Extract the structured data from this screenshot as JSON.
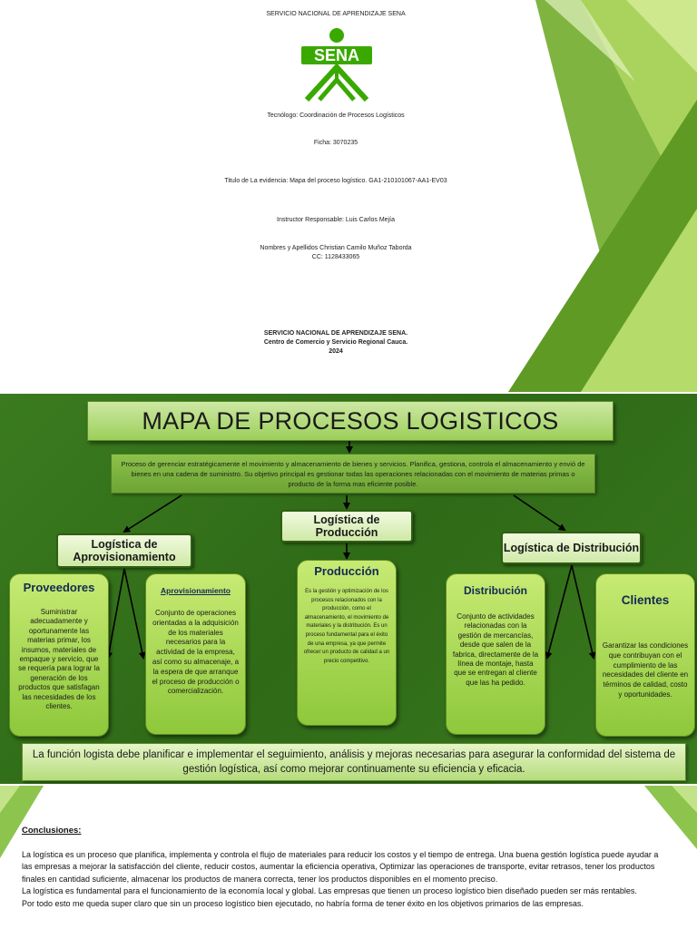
{
  "cover": {
    "header": "SERVICIO NACIONAL DE APRENDIZAJE SENA",
    "logo_text": "SENA",
    "tecnologo": "Tecnólogo:   Coordinación de Procesos Logísticos",
    "ficha": "Ficha: 3070235",
    "titulo": "Titulo de La evidencia: Mapa del proceso logístico. GA1-210101067-AA1-EV03",
    "instructor": "Instructor Responsable:  Luis Carlos Mejía",
    "nombres": "Nombres y Apellidos Christian Camilo Muñoz Taborda",
    "cc": "CC: 1128433065",
    "footer_line1": "SERVICIO NACIONAL DE APRENDIZAJE SENA.",
    "footer_line2": "Centro de Comercio y Servicio Regional Cauca.",
    "footer_line3": "2024"
  },
  "map": {
    "title": "MAPA DE PROCESOS LOGISTICOS",
    "definition": "Proceso de gerenciar estratégicamente el movimiento y almacenamiento de bienes y servicios. Planifica, gestiona, controla el almacenamiento y envió de bienes en una cadena de suministro. Su objetivo principal es gestionar todas las operaciones relacionadas con el movimiento de materias primas o producto de la forma mas eficiente posible.",
    "categories": {
      "aprovisionamiento": "Logística de Aprovisionamiento",
      "produccion": "Logística de Producción",
      "distribucion": "Logística de Distribución"
    },
    "nodes": {
      "proveedores": {
        "title": "Proveedores",
        "text": "Suministrar adecuadamente y oportunamente las materias primar, los insumos, materiales de empaque y servicio, que se requería para lograr la generación de los productos que satisfagan las necesidades de los clientes."
      },
      "aprovisionamiento": {
        "title": "Aprovisionamiento",
        "text": "Conjunto de operaciones orientadas a la adquisición de los materiales necesarios para la actividad de la empresa, así como su almacenaje, a la espera de que arranque el proceso de producción o comercialización."
      },
      "produccion": {
        "title": "Producción",
        "text": "Es la gestión y optimización de los procesos relacionados con la producción, como el almacenamiento, el movimiento de materiales y la distribución. Es un proceso fundamental para el éxito de una empresa, ya que permite ofrecer un producto de calidad a un precio competitivo."
      },
      "distribucion": {
        "title": "Distribución",
        "text": "Conjunto de actividades relacionadas con la gestión de mercancías, desde que salen de la fabrica, directamente de la línea de montaje, hasta que se entregan al cliente que las ha pedido."
      },
      "clientes": {
        "title": "Clientes",
        "text": "Garantizar las condiciones que contribuyan con el cumplimiento de las necesidades del cliente en términos de calidad, costo y oportunidades."
      }
    },
    "conclusion_banner": "La función logista debe planificar e implementar el seguimiento, análisis y mejoras necesarias para asegurar la conformidad del sistema de gestión logística, así como mejorar continuamente su eficiencia y eficacia."
  },
  "conclusions": {
    "heading": "Conclusiones:",
    "paragraph1": "La logística es un proceso que planifica, implementa y controla el flujo de materiales para reducir los costos y el tiempo de entrega. Una buena gestión logística puede ayudar a las empresas a mejorar la satisfacción del cliente, reducir costos, aumentar la eficiencia operativa, Optimizar las operaciones de transporte, evitar retrasos, tener los productos finales en cantidad suficiente, almacenar los productos de manera correcta, tener los productos disponibles en el momento preciso.",
    "paragraph2": "La logística es fundamental para el funcionamiento de la economía local y global. Las empresas que tienen un proceso logístico bien diseñado pueden ser más rentables.",
    "paragraph3": "Por todo esto me queda super claro que sin un proceso logístico bien ejecutado, no habría forma de tener éxito en los objetivos primarios de las empresas."
  },
  "colors": {
    "sena_green": "#39a900",
    "deco_green_dark": "#6ea62c",
    "deco_green_light": "#b7dc6a",
    "map_background": "#3b7b1f"
  }
}
